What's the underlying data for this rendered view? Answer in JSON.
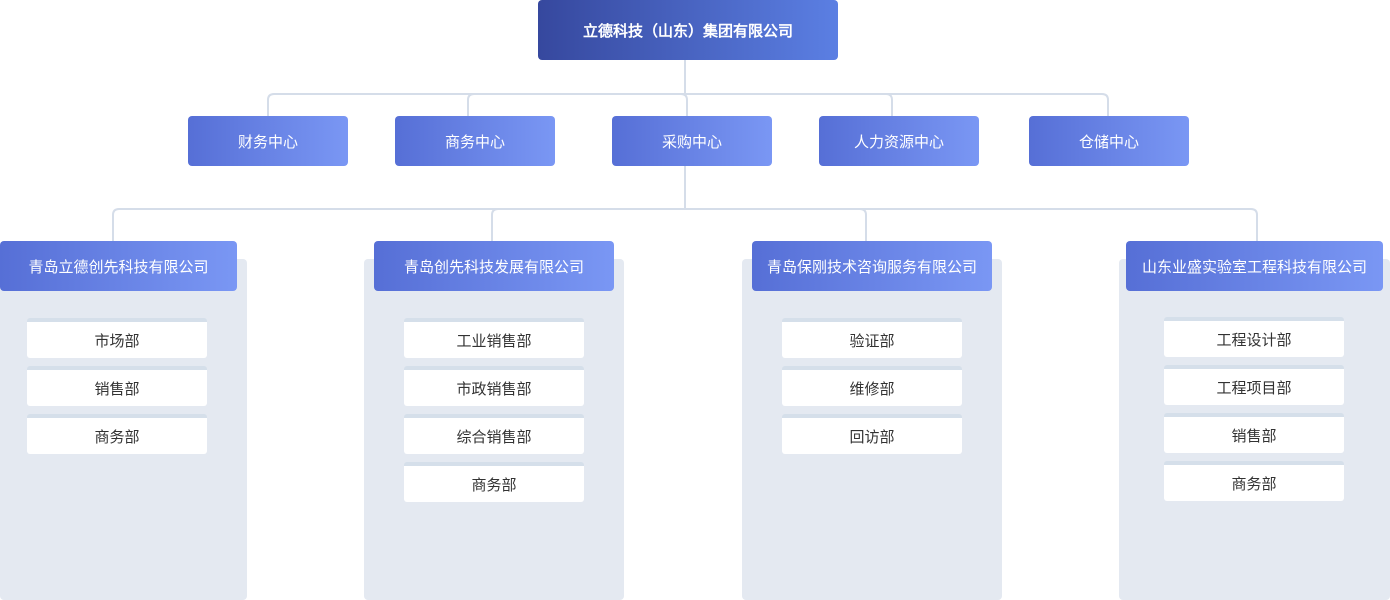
{
  "root": {
    "label": "立德科技（山东）集团有限公司"
  },
  "centers": [
    {
      "label": "财务中心"
    },
    {
      "label": "商务中心"
    },
    {
      "label": "采购中心"
    },
    {
      "label": "人力资源中心"
    },
    {
      "label": "仓储中心"
    }
  ],
  "companies": [
    {
      "label": "青岛立德创先科技有限公司",
      "departments": [
        "市场部",
        "销售部",
        "商务部"
      ]
    },
    {
      "label": "青岛创先科技发展有限公司",
      "departments": [
        "工业销售部",
        "市政销售部",
        "综合销售部",
        "商务部"
      ]
    },
    {
      "label": "青岛保刚技术咨询服务有限公司",
      "departments": [
        "验证部",
        "维修部",
        "回访部"
      ]
    },
    {
      "label": "山东业盛实验室工程科技有限公司",
      "departments": [
        "工程设计部",
        "工程项目部",
        "销售部",
        "商务部"
      ]
    }
  ],
  "colors": {
    "root_gradient": [
      "#36489e",
      "#5b7fe3"
    ],
    "node_gradient": [
      "#566fd6",
      "#7a97f4"
    ],
    "connector": "#d5dde9",
    "panel": "#e4e9f1"
  }
}
